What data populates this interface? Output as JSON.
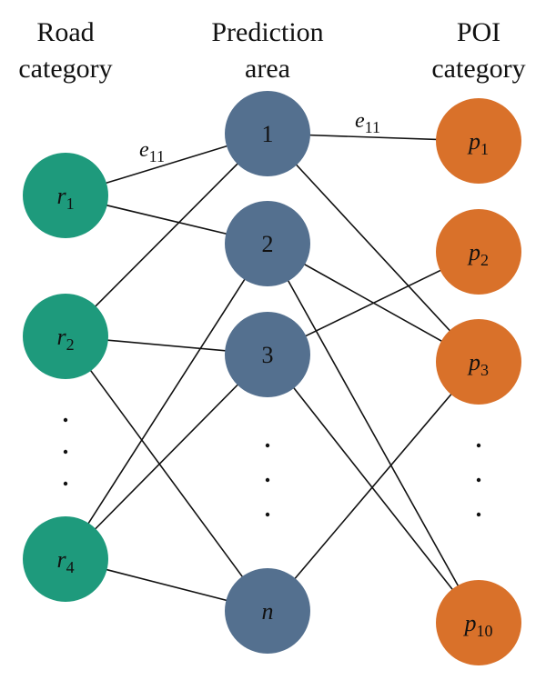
{
  "headers": {
    "road": {
      "line1": "Road",
      "line2": "category"
    },
    "area": {
      "line1": "Prediction",
      "line2": "area"
    },
    "poi": {
      "line1": "POI",
      "line2": "category"
    }
  },
  "colors": {
    "road": "#1e9a7c",
    "area": "#54708f",
    "poi": "#d9712a",
    "edge": "#111111"
  },
  "nodes": {
    "road": [
      {
        "id": "r1",
        "base": "r",
        "sub": "1"
      },
      {
        "id": "r2",
        "base": "r",
        "sub": "2"
      },
      {
        "id": "r4",
        "base": "r",
        "sub": "4"
      }
    ],
    "area": [
      {
        "id": "a1",
        "base": "1",
        "sub": ""
      },
      {
        "id": "a2",
        "base": "2",
        "sub": ""
      },
      {
        "id": "a3",
        "base": "3",
        "sub": ""
      },
      {
        "id": "an",
        "base": "n",
        "sub": ""
      }
    ],
    "poi": [
      {
        "id": "p1",
        "base": "p",
        "sub": "1"
      },
      {
        "id": "p2",
        "base": "p",
        "sub": "2"
      },
      {
        "id": "p3",
        "base": "p",
        "sub": "3"
      },
      {
        "id": "p10",
        "base": "p",
        "sub": "10"
      }
    ]
  },
  "edges": [
    [
      "r1",
      "a1"
    ],
    [
      "r1",
      "a2"
    ],
    [
      "r2",
      "a1"
    ],
    [
      "r2",
      "a3"
    ],
    [
      "r2",
      "an"
    ],
    [
      "r4",
      "a2"
    ],
    [
      "r4",
      "a3"
    ],
    [
      "r4",
      "an"
    ],
    [
      "a1",
      "p1"
    ],
    [
      "a1",
      "p3"
    ],
    [
      "a2",
      "p3"
    ],
    [
      "a2",
      "p10"
    ],
    [
      "a3",
      "p2"
    ],
    [
      "a3",
      "p10"
    ],
    [
      "an",
      "p3"
    ]
  ],
  "edge_labels": [
    {
      "edge": [
        "r1",
        "a1"
      ],
      "base": "e",
      "sub": "11"
    },
    {
      "edge": [
        "a1",
        "p1"
      ],
      "base": "e",
      "sub": "11"
    }
  ],
  "ellipsis": [
    "road",
    "area",
    "poi"
  ]
}
